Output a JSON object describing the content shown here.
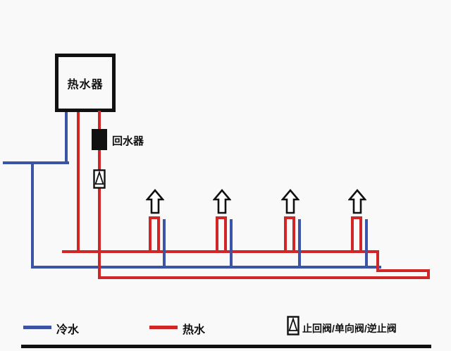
{
  "diagram": {
    "heater_label": "热水器",
    "return_device_label": "回水器"
  },
  "legend": {
    "cold_label": "冷水",
    "hot_label": "热水",
    "valve_label": "止回阀/单向阀/逆止阀"
  },
  "colors": {
    "cold": "#3b54a6",
    "hot": "#cf2628",
    "ink": "#111111",
    "background": "#f9f9f9"
  },
  "outlets": {
    "count": 4
  }
}
